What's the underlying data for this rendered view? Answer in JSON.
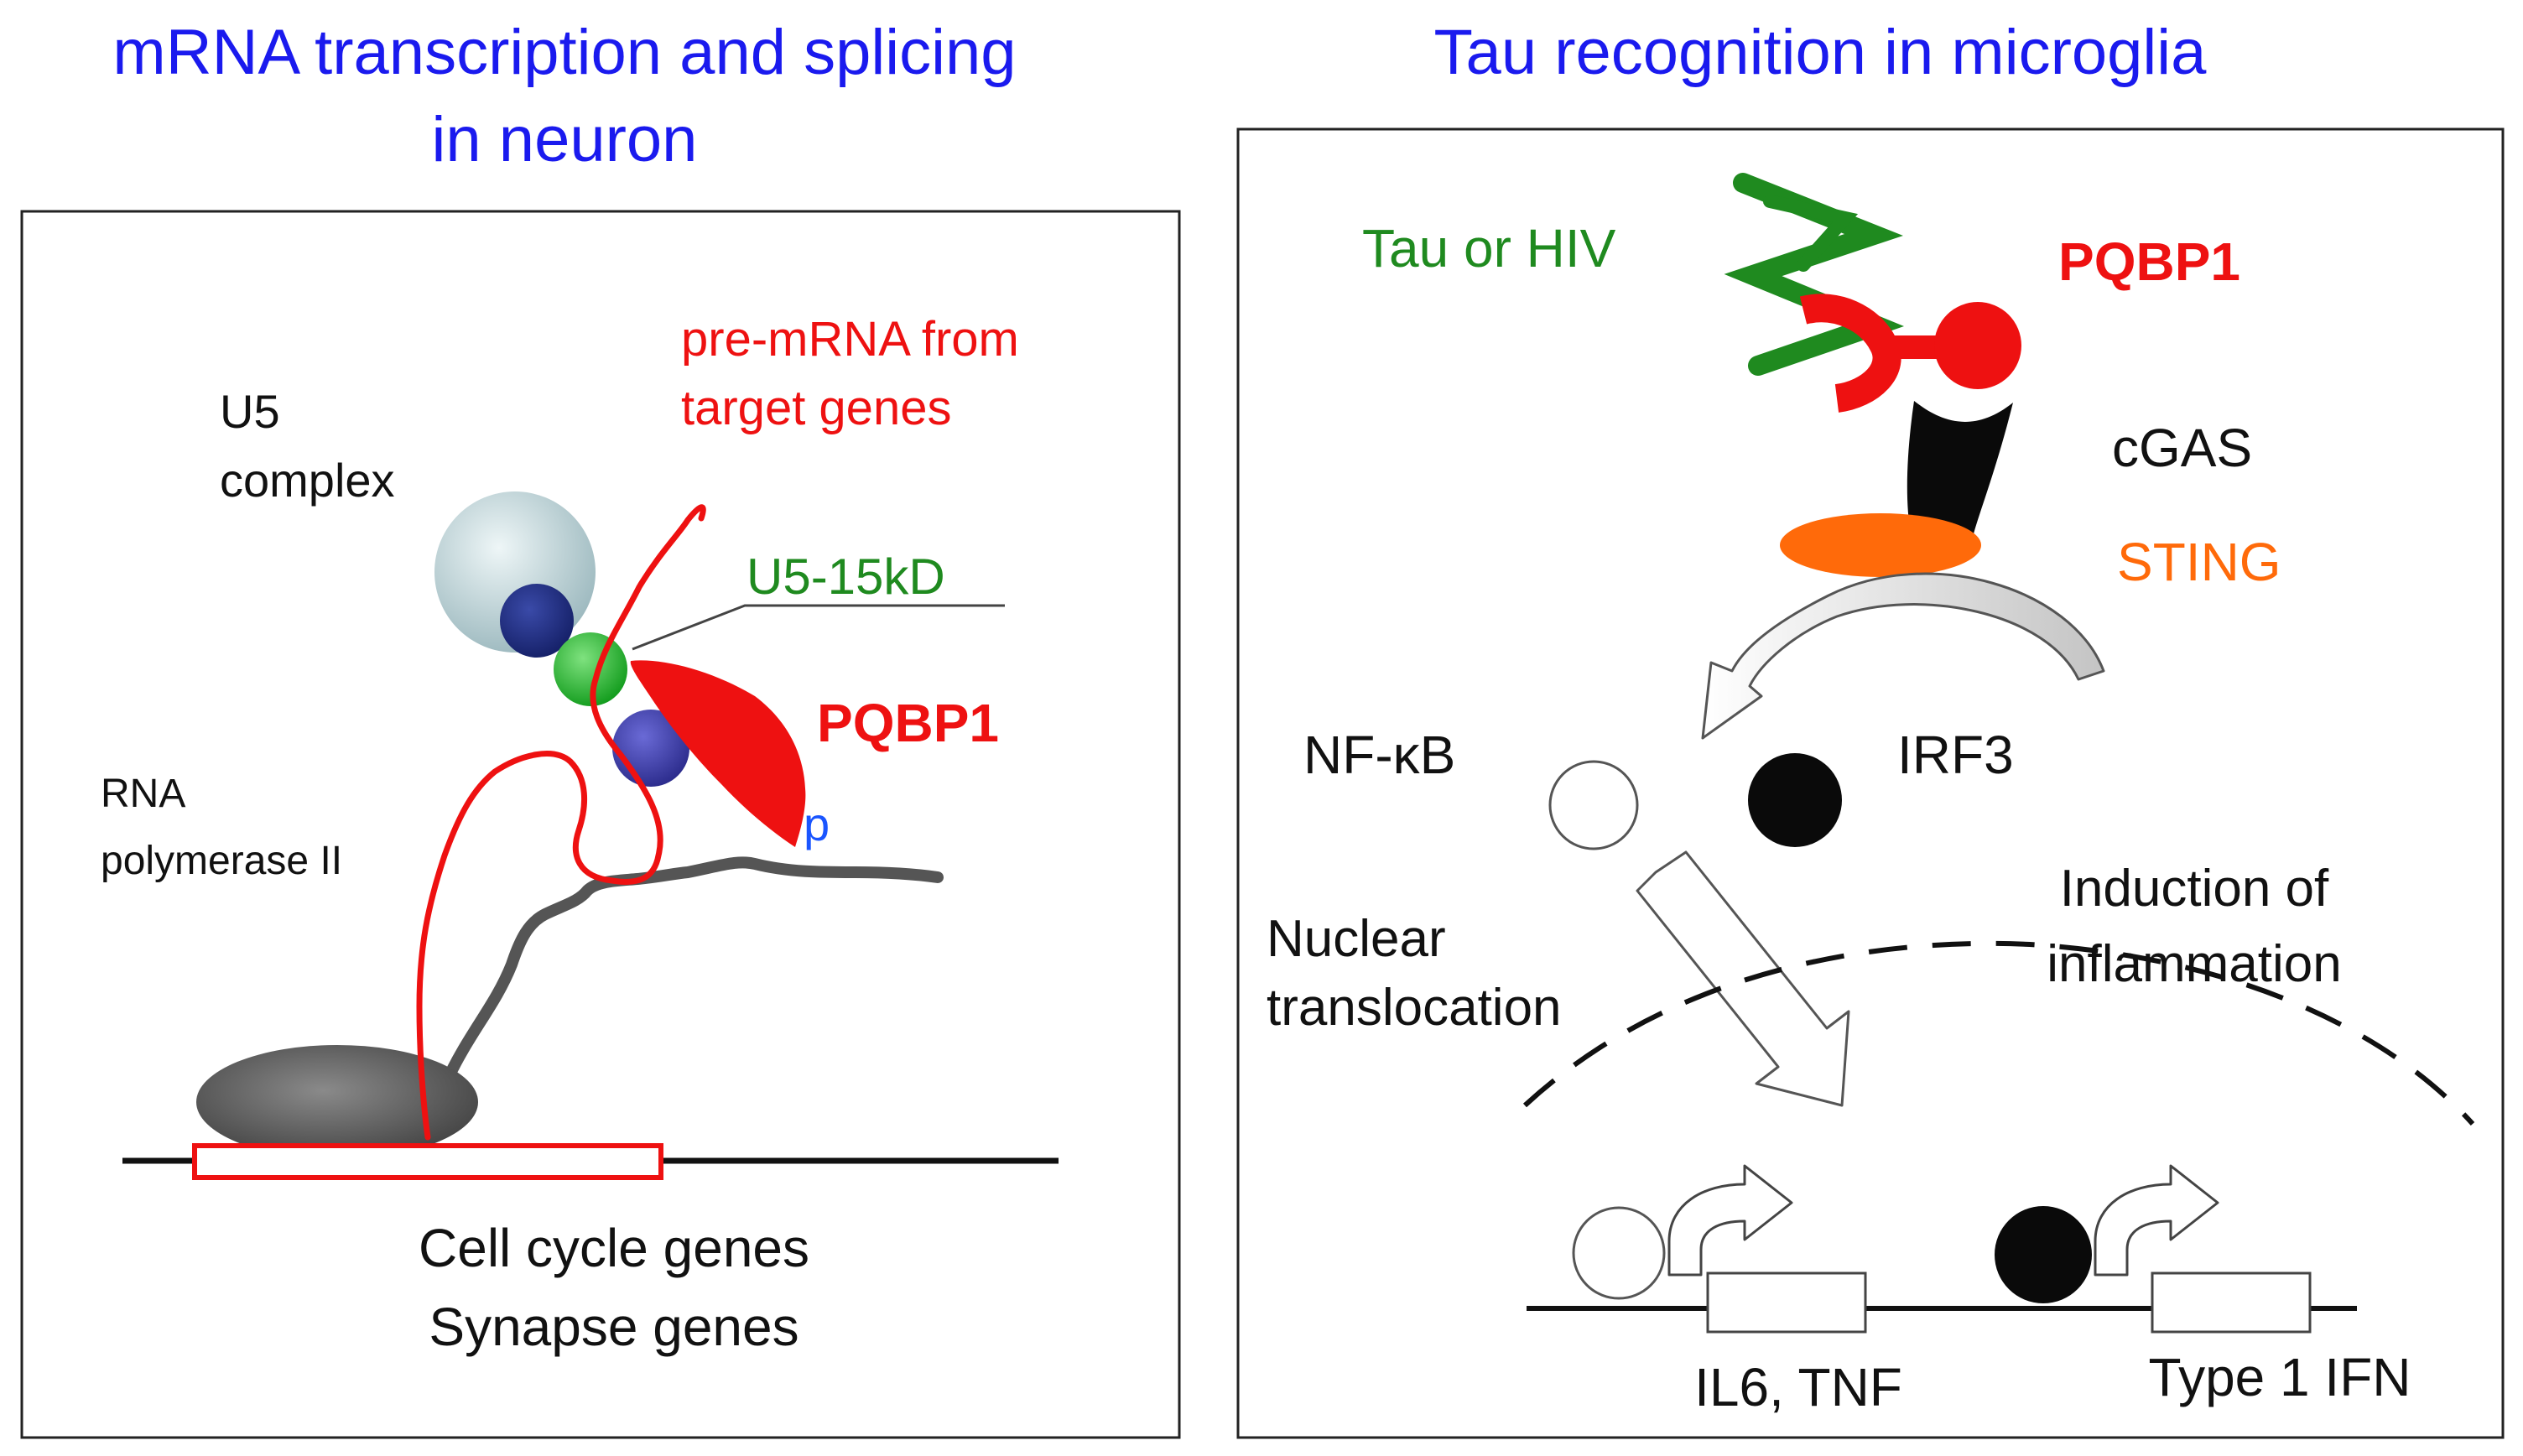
{
  "left_panel": {
    "title_line1": "mRNA transcription and splicing",
    "title_line2": "in neuron",
    "labels": {
      "u5_line1": "U5",
      "u5_line2": "complex",
      "premrna_line1": "pre-mRNA from",
      "premrna_line2": "target genes",
      "u5_15kd": "U5-15kD",
      "pqbp1": "PQBP1",
      "phospho": "p",
      "rnapol_line1": "RNA",
      "rnapol_line2": "polymerase II",
      "genes_line1": "Cell cycle genes",
      "genes_line2": "Synapse genes"
    }
  },
  "right_panel": {
    "title": "Tau recognition in microglia",
    "labels": {
      "tau_hiv": "Tau or HIV",
      "pqbp1": "PQBP1",
      "cgas": "cGAS",
      "sting": "STING",
      "nfkb": "NF-κB",
      "irf3": "IRF3",
      "nuclear_line1": "Nuclear",
      "nuclear_line2": "translocation",
      "induction_line1": "Induction of",
      "induction_line2": "inflammation",
      "il6_tnf": "IL6, TNF",
      "type1_ifn": "Type 1 IFN"
    }
  },
  "colors": {
    "title_blue": "#1a1aee",
    "red": "#ee1111",
    "green": "#1f8a1f",
    "orange": "#ff6a0a",
    "blue_p": "#1a55ff",
    "black": "#111111"
  }
}
